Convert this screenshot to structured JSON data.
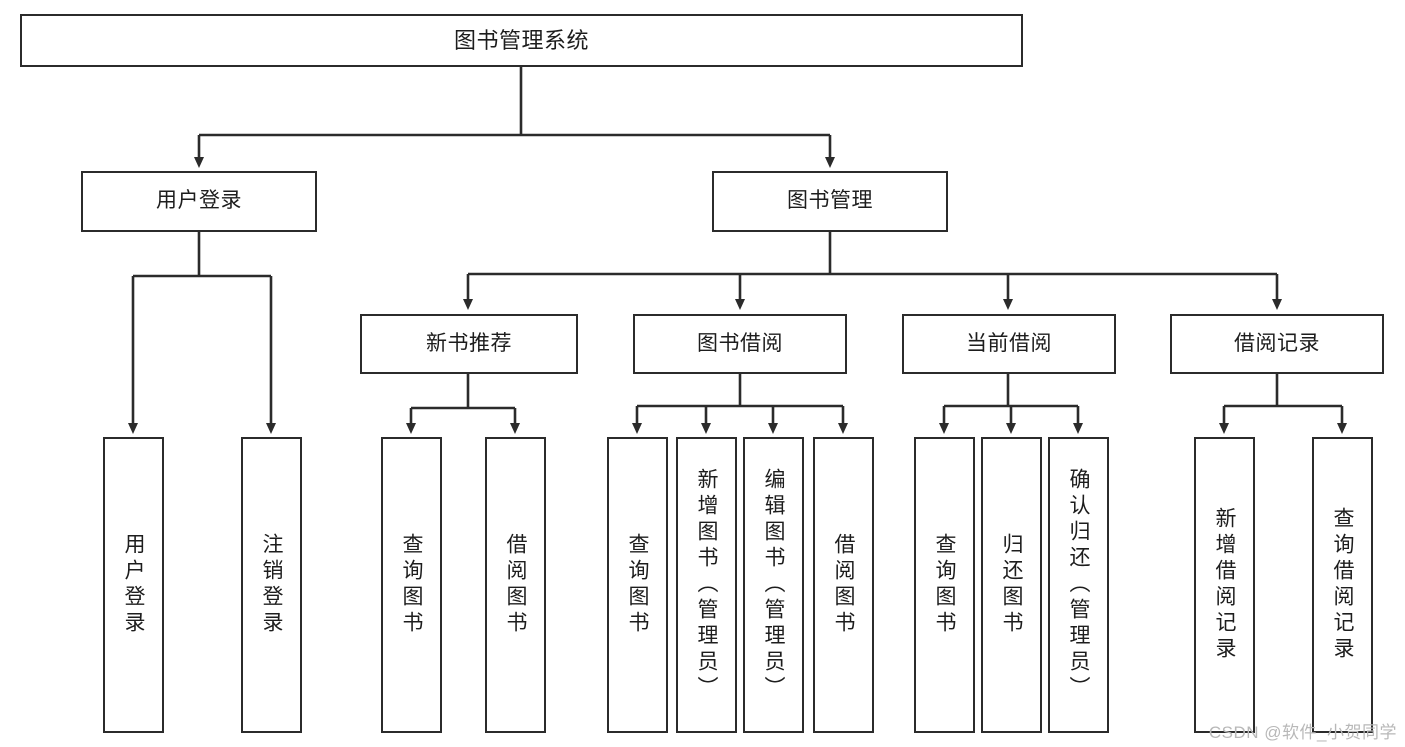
{
  "diagram": {
    "title_node": {
      "label": "图书管理系统"
    },
    "level2": [
      {
        "label": "用户登录"
      },
      {
        "label": "图书管理"
      }
    ],
    "level3": [
      {
        "label": "新书推荐"
      },
      {
        "label": "图书借阅"
      },
      {
        "label": "当前借阅"
      },
      {
        "label": "借阅记录"
      }
    ],
    "leaves": {
      "user_login": [
        {
          "label": "用户登录"
        },
        {
          "label": "注销登录"
        }
      ],
      "new_book_recommend": [
        {
          "label": "查询图书"
        },
        {
          "label": "借阅图书"
        }
      ],
      "book_borrow": [
        {
          "label": "查询图书"
        },
        {
          "label": "新增图书（管理员）"
        },
        {
          "label": "编辑图书（管理员）"
        },
        {
          "label": "借阅图书"
        }
      ],
      "current_borrow": [
        {
          "label": "查询图书"
        },
        {
          "label": "归还图书"
        },
        {
          "label": "确认归还（管理员）"
        }
      ],
      "borrow_record": [
        {
          "label": "新增借阅记录"
        },
        {
          "label": "查询借阅记录"
        }
      ]
    }
  },
  "watermark": {
    "text": "CSDN @软件_小贺同学"
  },
  "colors": {
    "stroke": "#2b2b2b",
    "background": "#ffffff",
    "text": "#1d1d1d",
    "watermark": "#b8b8b8"
  }
}
